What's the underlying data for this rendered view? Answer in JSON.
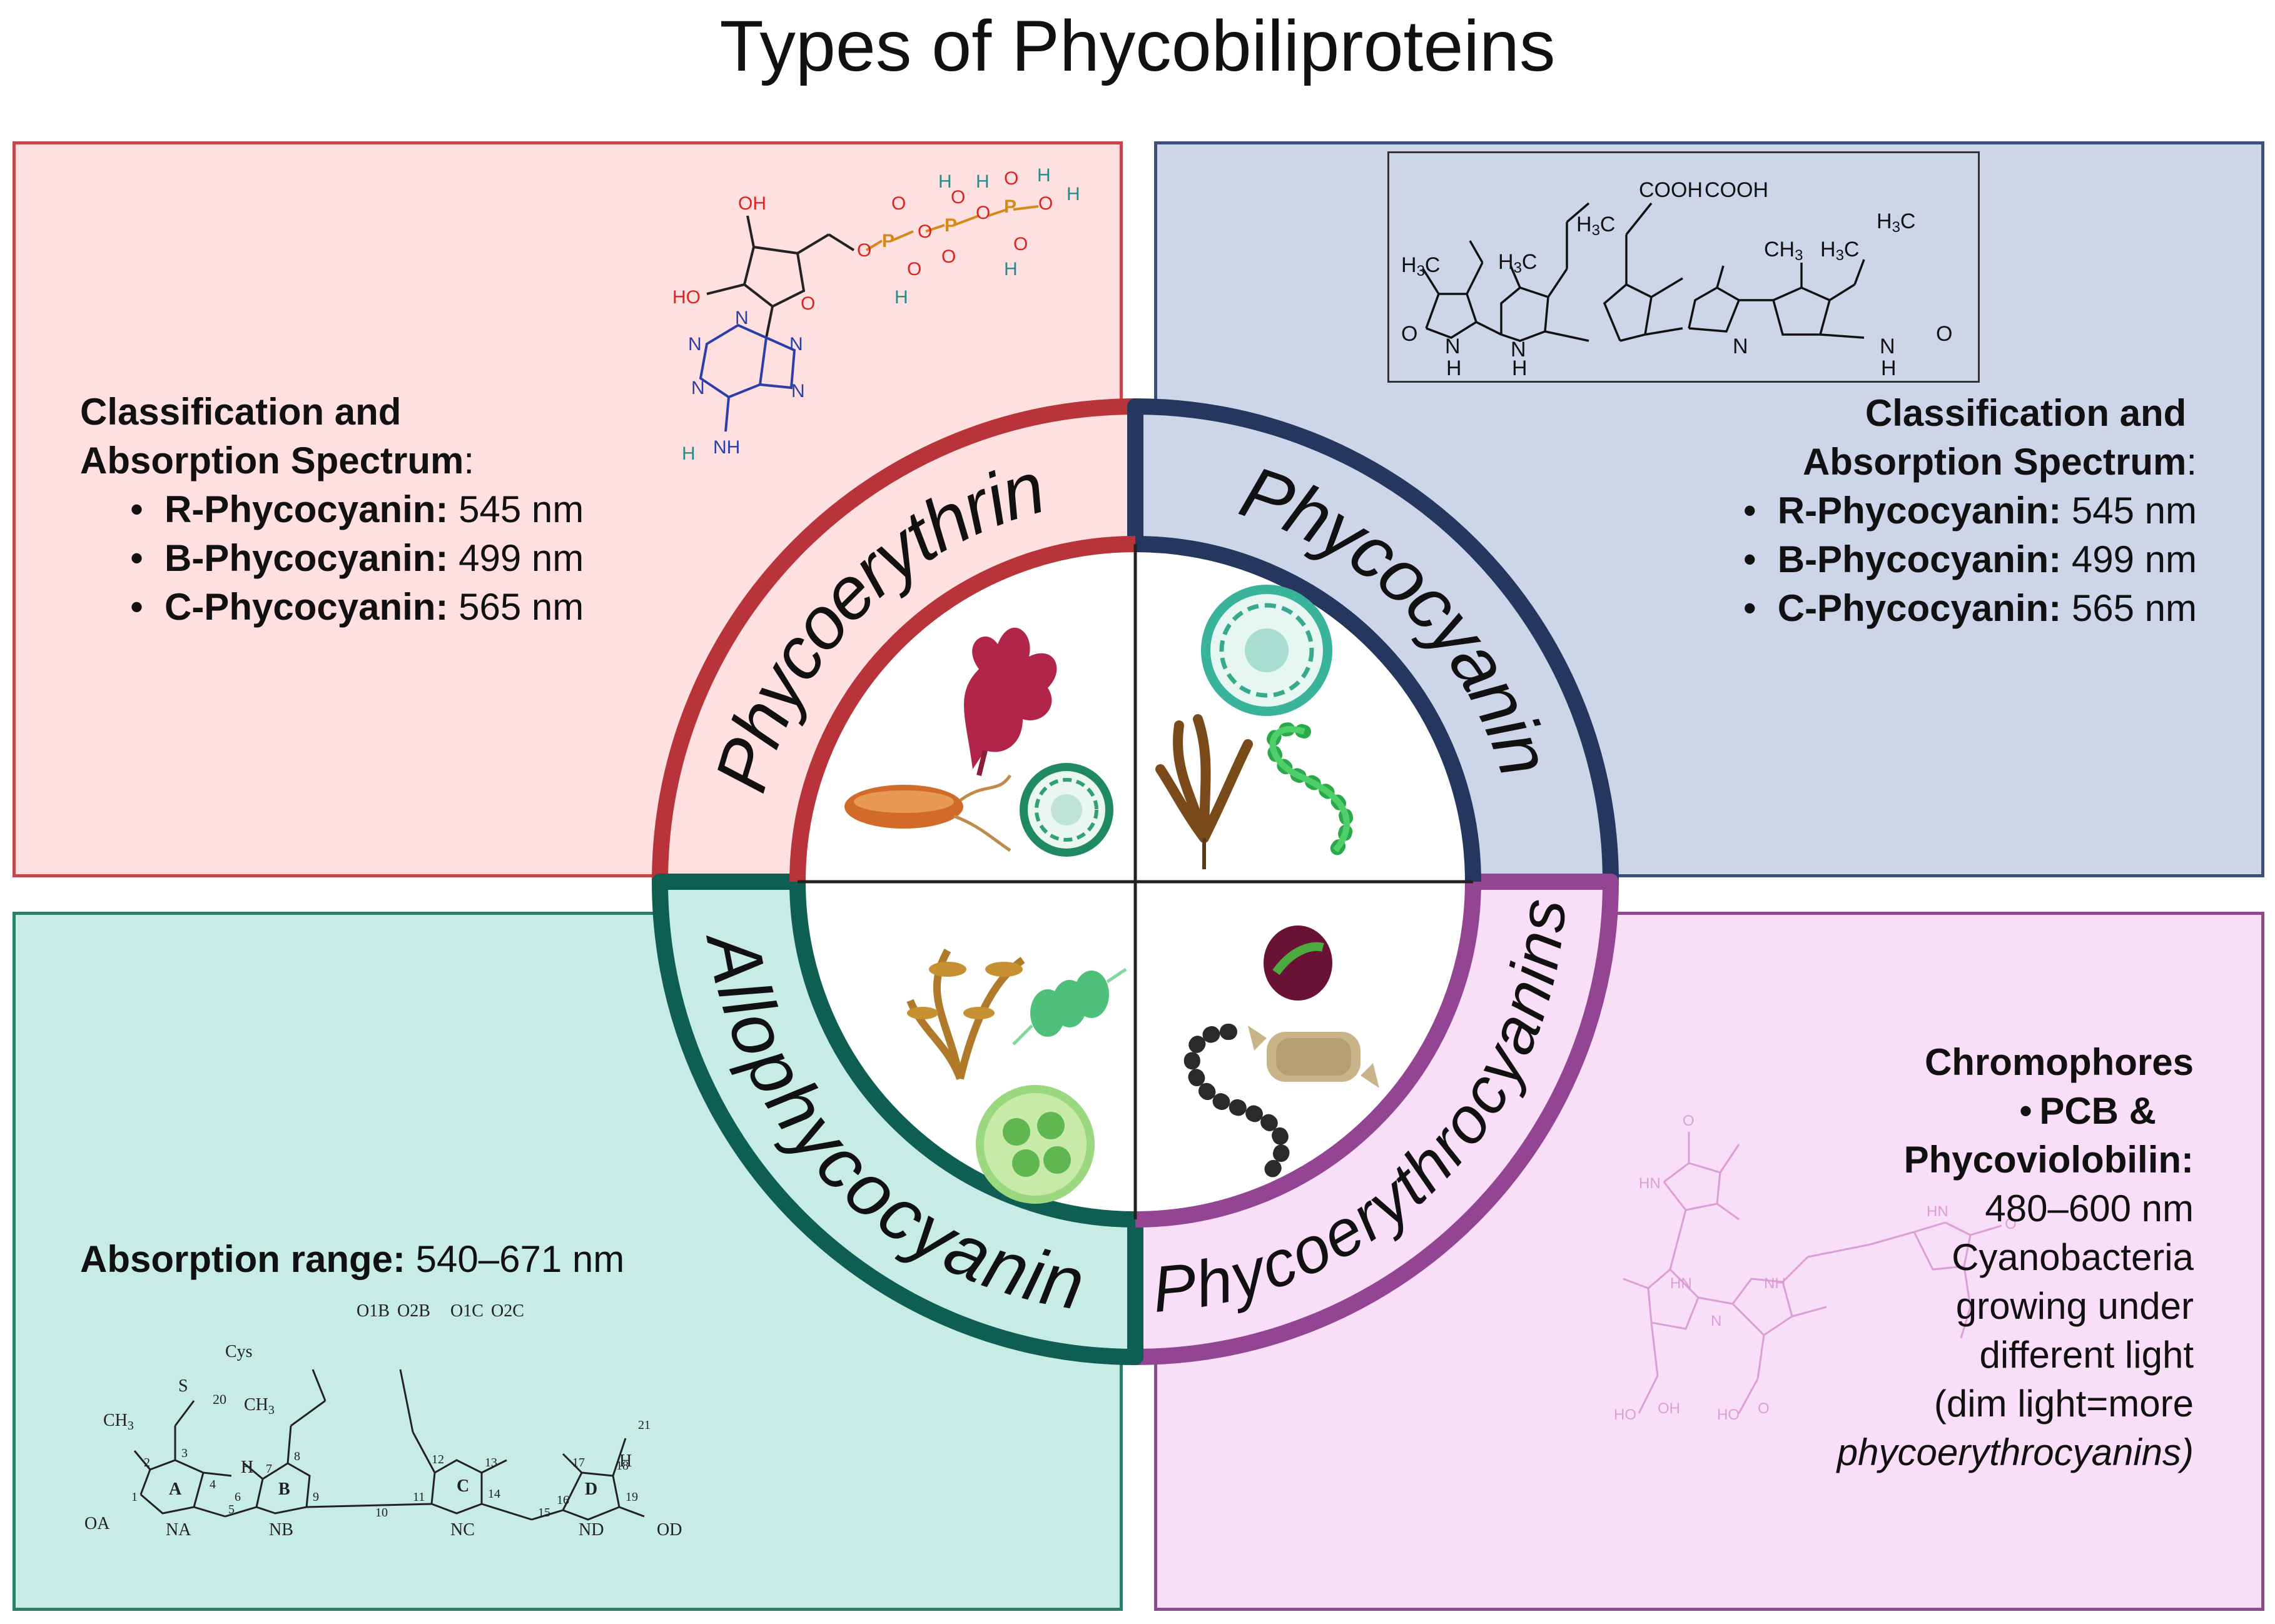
{
  "title": "Types of Phycobiliproteins",
  "quadrants": {
    "phycoerythrin": {
      "name": "Phycoerythrin",
      "heading_line1": "Classification and",
      "heading_line2": "Absorption Spectrum",
      "heading_colon": ":",
      "items": [
        {
          "label": "R-Phycocyanin:",
          "value": "545 nm"
        },
        {
          "label": "B-Phycocyanin:",
          "value": "499 nm"
        },
        {
          "label": "C-Phycocyanin:",
          "value": "565 nm"
        }
      ],
      "colors": {
        "ring": "#b8333a",
        "panel": "#fde0df",
        "border": "#c4474b"
      }
    },
    "phycocyanin": {
      "name": "Phycocyanin",
      "heading_line1": "Classification and",
      "heading_line2": "Absorption Spectrum",
      "heading_colon": ":",
      "items": [
        {
          "label": "R-Phycocyanin:",
          "value": "545 nm"
        },
        {
          "label": "B-Phycocyanin:",
          "value": "499 nm"
        },
        {
          "label": "C-Phycocyanin:",
          "value": "565 nm"
        }
      ],
      "colors": {
        "ring": "#25365f",
        "panel": "#ccd6e8",
        "border": "#3a4f7a"
      }
    },
    "allophycocyanin": {
      "name": "Allophycocyanin",
      "range_label": "Absorption range:",
      "range_value": "540–671 nm",
      "colors": {
        "ring": "#0f5e52",
        "panel": "#c7ece6",
        "border": "#2c7d6b"
      }
    },
    "phycoerythrocyanins": {
      "name": "Phycoerythrocyanins",
      "heading": "Chromophores",
      "pcb_line1": "PCB &",
      "pcb_line2": "Phycoviolobilin:",
      "range": "480–600 nm",
      "desc_lines": [
        "Cyanobacteria",
        "growing under",
        "different light",
        "(dim light=more"
      ],
      "desc_italic": "phycoerythrocyanins)",
      "colors": {
        "ring": "#934594",
        "panel": "#f9def8",
        "border": "#8f4a8e"
      }
    }
  },
  "structures": {
    "atp": {
      "atoms": [
        "OH",
        "HO",
        "O",
        "O",
        "P",
        "O",
        "P",
        "O",
        "P",
        "OH",
        "OH",
        "OH",
        "OH",
        "H",
        "H",
        "H",
        "H",
        "N",
        "N",
        "N",
        "N",
        "N",
        "NH",
        "H"
      ],
      "icon": "atp-structure-icon"
    },
    "bilin_top": {
      "labels": [
        "COOH",
        "COOH",
        "H3C",
        "H3C",
        "H3C",
        "CH3",
        "H3C",
        "H3C",
        "O",
        "O",
        "N",
        "N",
        "N",
        "N",
        "H",
        "H",
        "H"
      ],
      "icon": "bilin-structure-icon"
    },
    "bilin_bottom": {
      "labels": [
        "O1B",
        "O2B",
        "O1C",
        "O2C",
        "Cys",
        "S",
        "20",
        "CH3",
        "CH3",
        "H",
        "H",
        "A",
        "B",
        "C",
        "D",
        "OA",
        "NA",
        "NB",
        "NC",
        "ND",
        "OD",
        "5",
        "10",
        "15",
        "21",
        "1",
        "2",
        "3",
        "4",
        "6",
        "7",
        "8",
        "9",
        "11",
        "12",
        "13",
        "14",
        "16",
        "17",
        "18",
        "19"
      ],
      "icon": "bilin-numbered-structure-icon"
    },
    "pcb": {
      "labels": [
        "O",
        "HN",
        "HN",
        "NH",
        "N",
        "OH",
        "O",
        "HO",
        "O"
      ],
      "icon": "phycoviolobilin-structure-icon"
    }
  },
  "organisms": {
    "phycoerythrin": [
      "red-algae-icon",
      "bacterium-icon",
      "cyanobacterium-cell-icon"
    ],
    "phycocyanin": [
      "cyanobacterium-cell-icon",
      "brown-algae-icon",
      "spirulina-chain-icon"
    ],
    "allophycocyanin": [
      "brown-seaweed-icon",
      "filament-segment-icon",
      "green-algae-cell-icon"
    ],
    "phycoerythrocyanins": [
      "purple-cell-icon",
      "black-filament-icon",
      "diatom-icon"
    ]
  }
}
